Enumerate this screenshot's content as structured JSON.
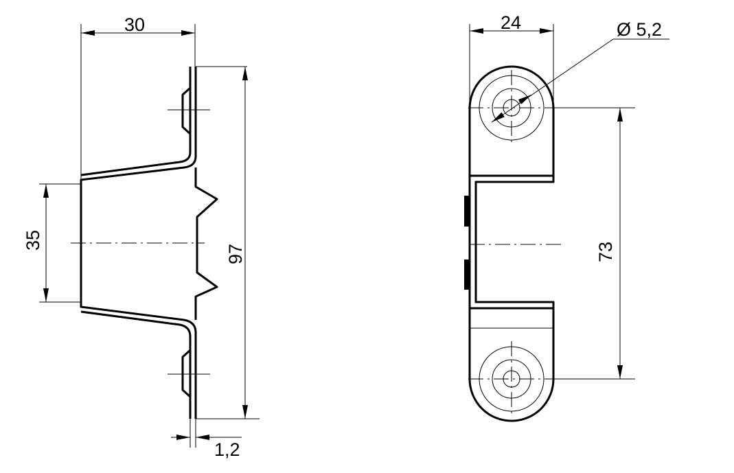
{
  "side_view": {
    "width_label": "30",
    "inner_height_label": "35",
    "total_height_label": "97",
    "thickness_label": "1,2"
  },
  "front_view": {
    "width_label": "24",
    "hole_diameter_label": "Ø 5,2",
    "hole_spacing_label": "73"
  },
  "colors": {
    "line": "#000000",
    "background": "#ffffff"
  }
}
